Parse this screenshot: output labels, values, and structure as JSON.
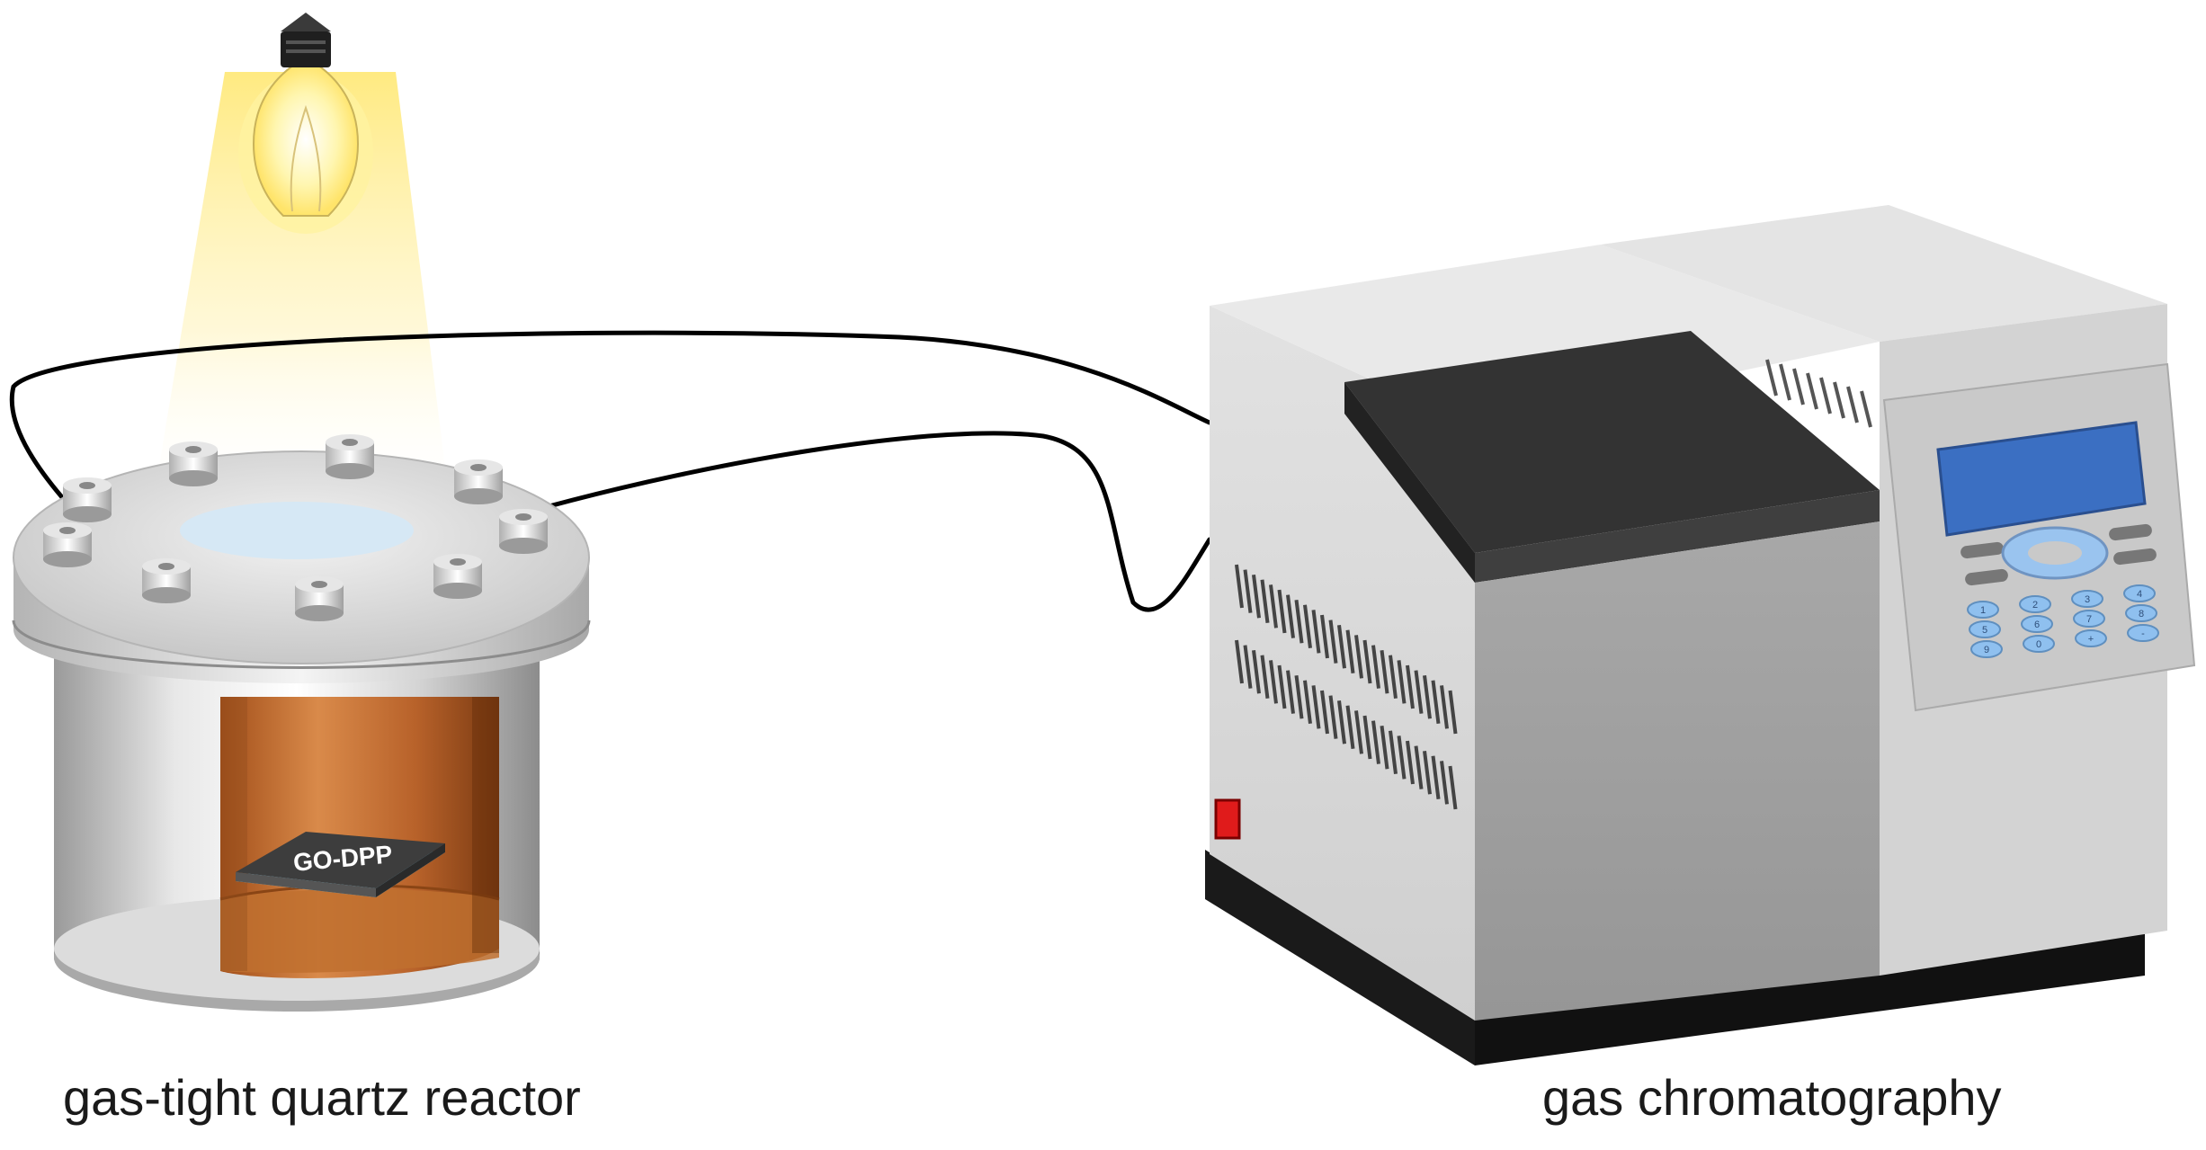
{
  "labels": {
    "reactor_caption": "gas-tight quartz reactor",
    "gc_caption": "gas chromatography",
    "sample_label": "GO-DPP"
  },
  "keypad": {
    "keys": [
      "1",
      "2",
      "3",
      "4",
      "5",
      "6",
      "7",
      "8",
      "9",
      "0",
      "+",
      "-"
    ]
  },
  "colors": {
    "lamp_glow": "#ffe97a",
    "reactor_metal": "#c9c9c9",
    "reactor_copper": "#b8622a",
    "sample_film": "#8fd8f0",
    "gc_body": "#d9d9d9",
    "gc_lid": "#333333",
    "gc_screen": "#3b6fc2",
    "power_button": "#e01b1b"
  }
}
